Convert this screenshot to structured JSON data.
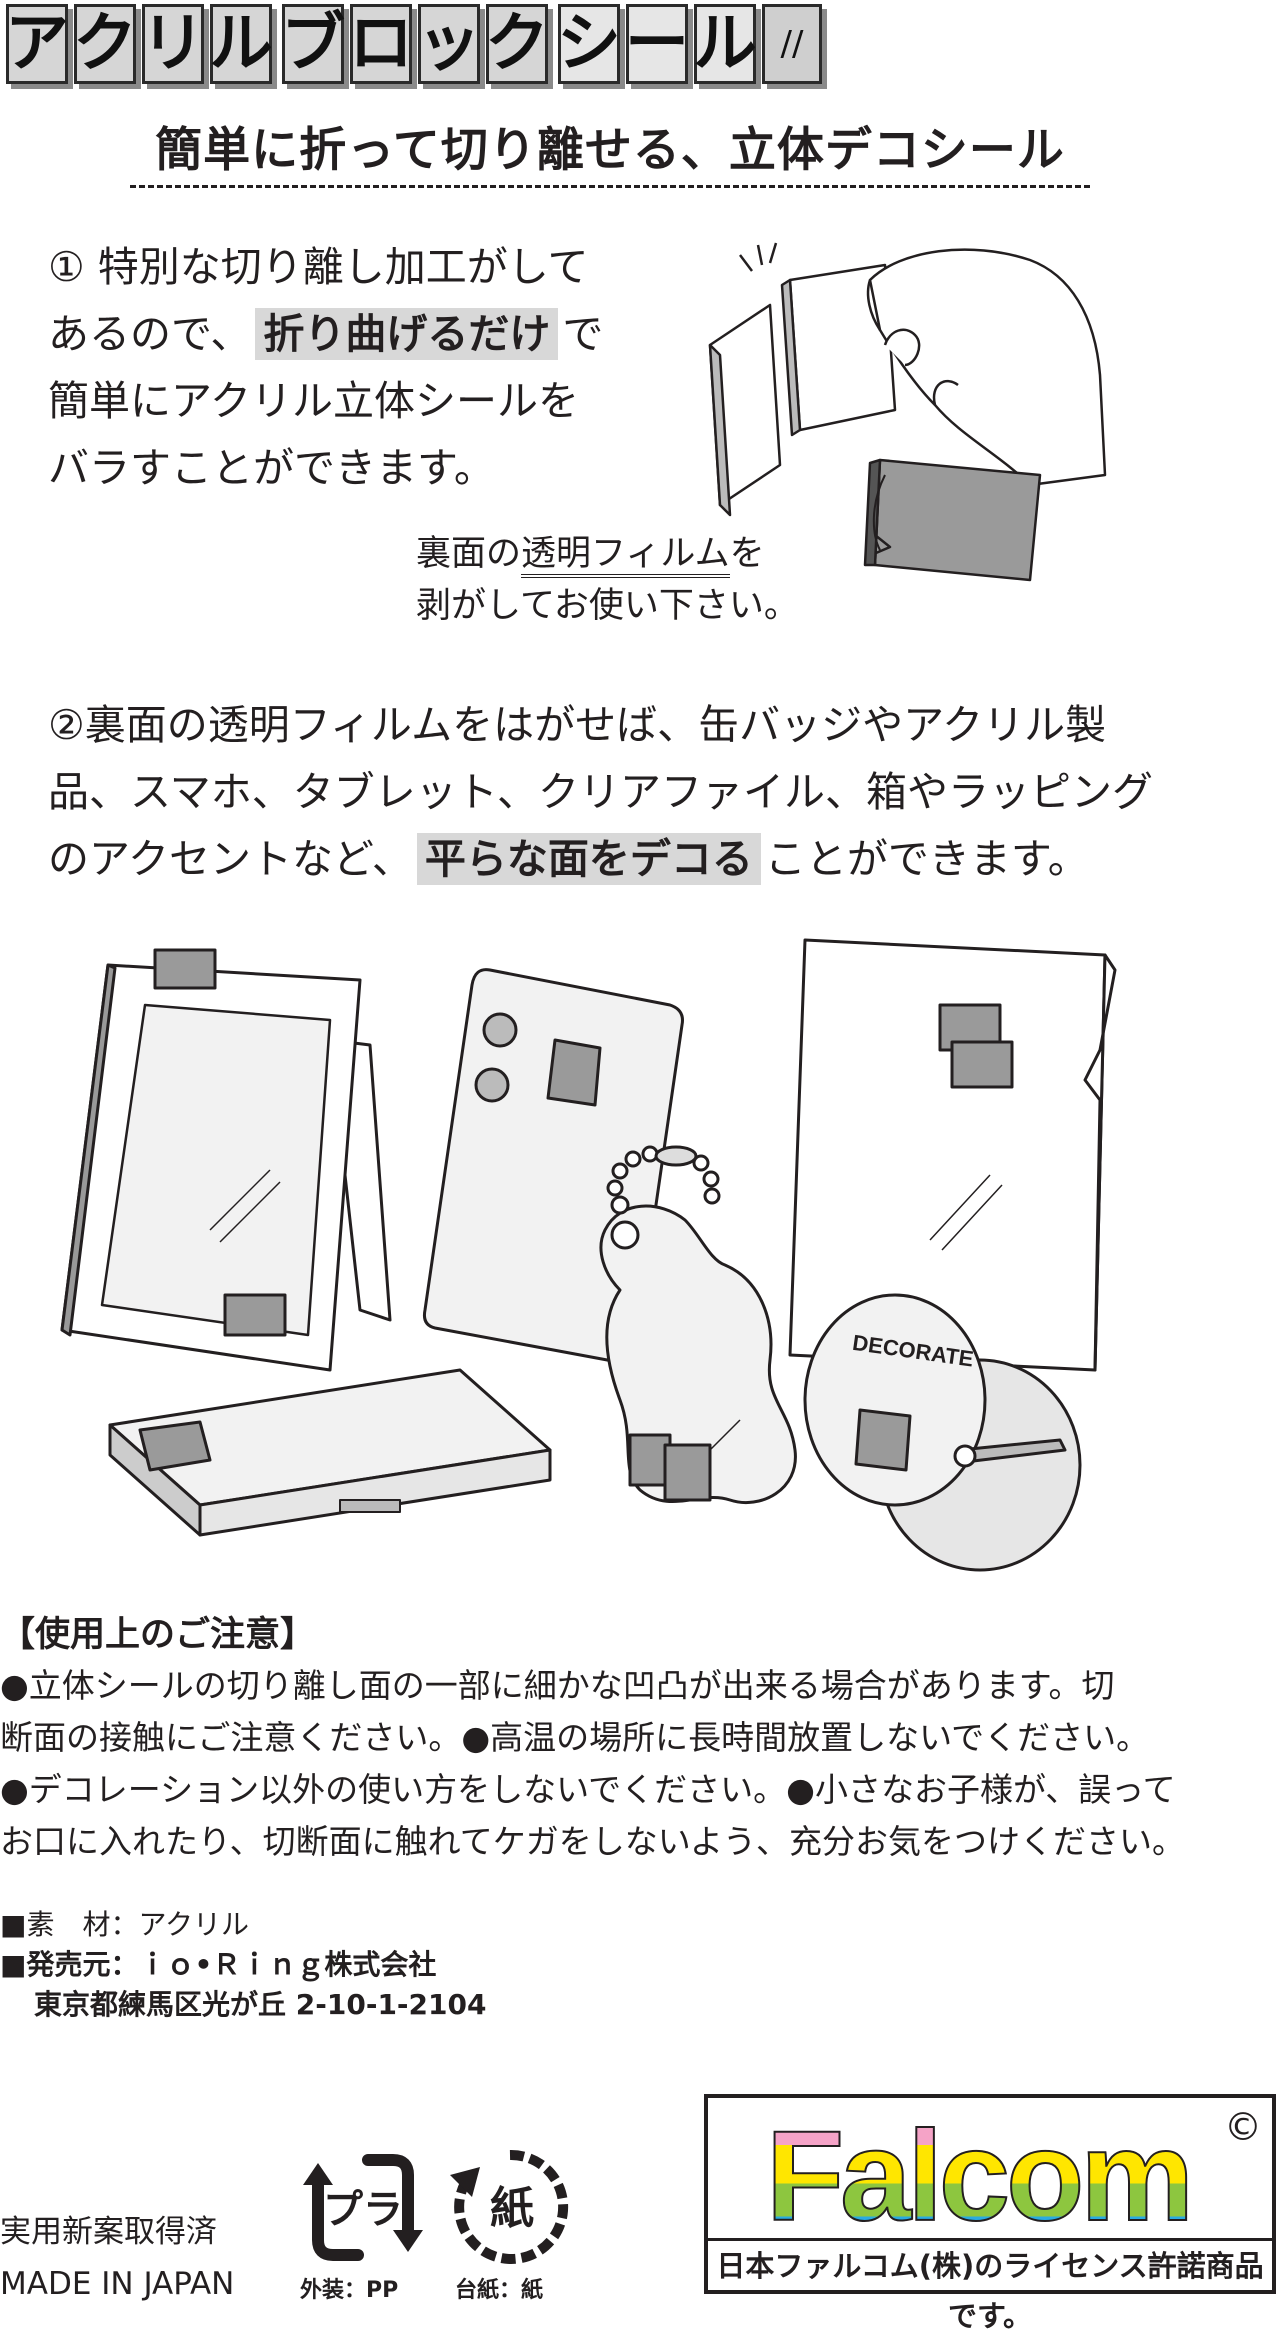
{
  "title": {
    "chars": [
      "ア",
      "ク",
      "リ",
      "ル",
      "ブ",
      "ロ",
      "ッ",
      "ク",
      "シ",
      "ー",
      "ル"
    ],
    "slash_mark": "//"
  },
  "subtitle": "簡単に折って切り離せる、立体デコシール",
  "step1": {
    "line1": "① 特別な切り離し加工がして",
    "line2_pre": "あるので、",
    "line2_highlight": "折り曲げるだけ",
    "line2_post": "で",
    "line3": "簡単にアクリル立体シールを",
    "line4": "バラすことができます。",
    "note_pre": "裏面の",
    "note_underlined": "透明フィルム",
    "note_post": "を",
    "note_line2": "剥がしてお使い下さい。"
  },
  "step2": {
    "line1": "②裏面の透明フィルムをはがせば、缶バッジやアクリル製",
    "line2": "品、スマホ、タブレット、クリアファイル、箱やラッピング",
    "line3_pre": "のアクセントなど、",
    "line3_highlight": "平らな面をデコる",
    "line3_post": "ことができます。"
  },
  "illustration": {
    "badge_text": "DECORATE"
  },
  "notice": {
    "heading": "【使用上のご注意】",
    "line1": "●立体シールの切り離し面の一部に細かな凹凸が出来る場合があります。切",
    "line2": "断面の接触にご注意ください。●高温の場所に長時間放置しないでください。",
    "line3": "●デコレーション以外の使い方をしないでください。●小さなお子様が、誤って",
    "line4": "お口に入れたり、切断面に触れてケガをしないよう、充分お気をつけください。"
  },
  "specs": {
    "material": "■素　材：アクリル",
    "seller": "■発売元：ｉｏ•Ｒｉｎｇ株式会社",
    "address": "東京都練馬区光が丘 2-10-1-2104"
  },
  "footer": {
    "patent": "実用新案取得済",
    "made_in": "MADE IN JAPAN",
    "pla_mark": "プラ",
    "pla_label": "外装：PP",
    "paper_mark": "紙",
    "paper_label": "台紙：紙",
    "brand": "Falcom",
    "copyright": "©",
    "license": "日本ファルコム(株)のライセンス許諾商品です。"
  },
  "colors": {
    "highlight": "#d8d8d8",
    "sticker_gray": "#9a9a9a",
    "falcom_pink": "#f5a3c7",
    "falcom_yellow": "#ffe600",
    "falcom_green": "#8dc63f",
    "falcom_blue": "#29abe2"
  }
}
